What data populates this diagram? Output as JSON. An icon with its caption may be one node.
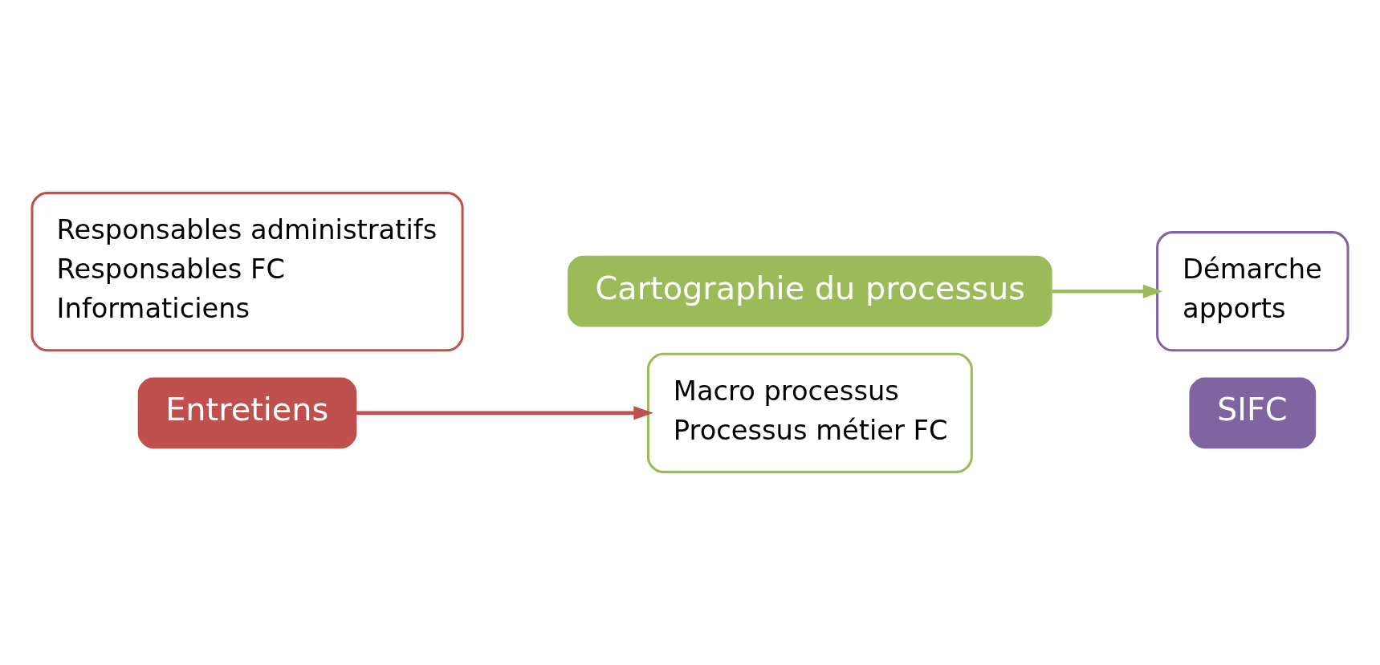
{
  "diagram": {
    "nodes": [
      {
        "text": [
          "Responsables administratifs",
          "Responsables FC",
          "Informaticiens"
        ]
      },
      {
        "text": [
          "Entretiens"
        ]
      },
      {
        "text": [
          "Cartographie du processus"
        ]
      },
      {
        "text": [
          "Macro processus",
          "Processus métier FC"
        ]
      },
      {
        "text": [
          "Démarche",
          "apports"
        ]
      },
      {
        "text": [
          "SIFC"
        ]
      }
    ],
    "edges": [
      {
        "from": 1,
        "to": 3,
        "arrow": "to",
        "color": "#c0504d"
      },
      {
        "from": 2,
        "to": 4,
        "arrow": "to",
        "color": "#9bbb59"
      }
    ]
  }
}
